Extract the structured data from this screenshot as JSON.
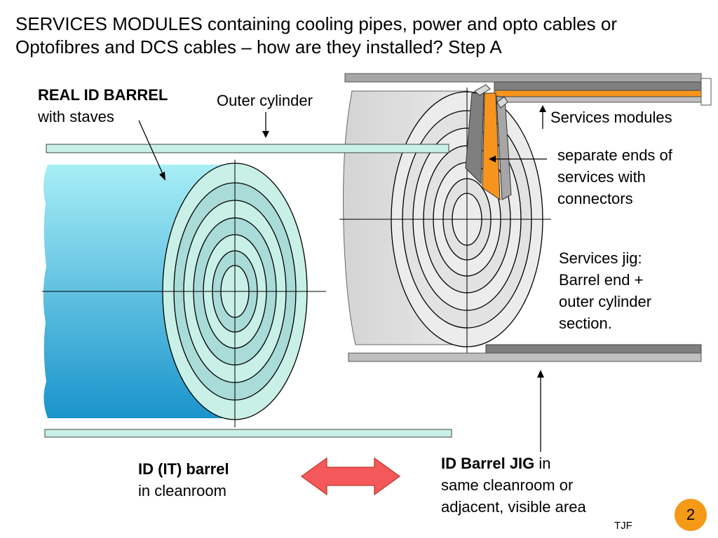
{
  "title": {
    "line1": "SERVICES MODULES containing cooling pipes, power and opto cables or",
    "line2": "Optofibres and DCS cables  – how are they installed?  Step A"
  },
  "labels": {
    "real_barrel_bold": "REAL ID BARREL",
    "real_barrel_sub": "with staves",
    "outer_cylinder": "Outer cylinder",
    "services_modules": "Services modules",
    "separate_ends": [
      "separate ends of",
      "services with",
      "connectors"
    ],
    "services_jig": [
      "Services jig:",
      "Barrel end +",
      "outer cylinder",
      "section."
    ],
    "it_barrel_bold": "ID (IT) barrel",
    "it_barrel_sub": "in cleanroom",
    "jig_bold": "ID Barrel JIG",
    "jig_tail": " in",
    "jig_line2": "same cleanroom or",
    "jig_line3": "adjacent, visible area"
  },
  "footer": {
    "author": "TJF",
    "page_number": "2"
  },
  "colors": {
    "barrel_top": "#a8eef6",
    "barrel_bottom": "#1a94cc",
    "barrel_face": "#c8f0e6",
    "barrel_rings": "#a9dbd8",
    "jig_body": "#d9d9d9",
    "jig_rings": "#ececec",
    "module_grey": "#7f7f7f",
    "module_orange": "#f7941d",
    "double_arrow": "#f5585a",
    "page_badge": "#f59a17"
  },
  "icons": [
    "down-arrow-icon",
    "up-arrow-icon",
    "double-arrow-icon"
  ]
}
